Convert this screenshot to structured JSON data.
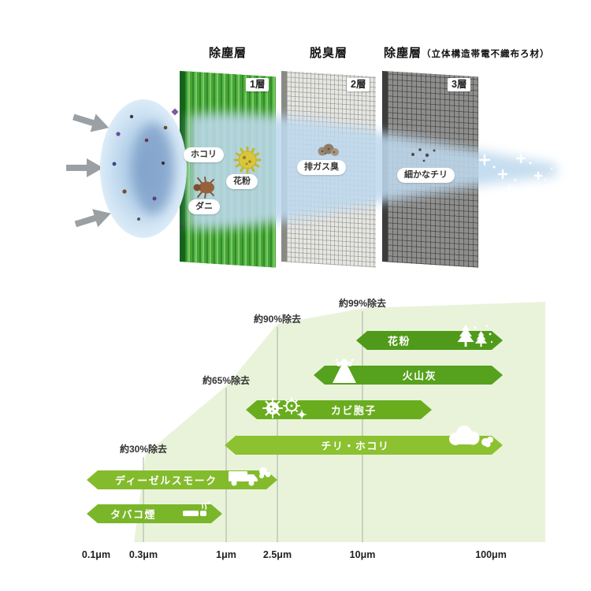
{
  "filter_diagram": {
    "layer1": {
      "title": "除塵層",
      "badge": "1層"
    },
    "layer2": {
      "title": "脱臭層",
      "badge": "2層"
    },
    "layer3": {
      "title": "除塵層",
      "subtitle": "（立体構造帯電不織布ろ材）",
      "badge": "3層"
    },
    "particles": {
      "dust": "ホコリ",
      "pollen": "花粉",
      "mite": "ダニ",
      "exhaust": "排ガス臭",
      "fine_dust": "細かなチリ"
    }
  },
  "chart": {
    "percent_labels": {
      "p30": "約30%除去",
      "p65": "約65%除去",
      "p90": "約90%除去",
      "p99": "約99%除去"
    },
    "bars": {
      "pollen": "花粉",
      "volcanic_ash": "火山灰",
      "mold_spores": "カビ胞子",
      "dust": "チリ・ホコリ",
      "diesel_smoke": "ディーゼルスモーク",
      "tobacco_smoke": "タバコ煙"
    },
    "x_ticks": {
      "t1": "0.1μm",
      "t2": "0.3μm",
      "t3": "1μm",
      "t4": "2.5μm",
      "t5": "10μm",
      "t6": "100μm"
    }
  },
  "chart_data": {
    "type": "area+range-bars",
    "x_axis": {
      "scale": "log",
      "unit": "μm",
      "ticks": [
        0.1,
        0.3,
        1,
        2.5,
        10,
        100
      ]
    },
    "efficiency_curve": [
      {
        "x_um": 0.3,
        "percent": 30,
        "label": "約30%除去"
      },
      {
        "x_um": 1,
        "percent": 65,
        "label": "約65%除去"
      },
      {
        "x_um": 2.5,
        "percent": 90,
        "label": "約90%除去"
      },
      {
        "x_um": 10,
        "percent": 99,
        "label": "約99%除去"
      }
    ],
    "particles": [
      {
        "name": "花粉",
        "range_um": [
          10,
          100
        ],
        "color": "#4f9a1a"
      },
      {
        "name": "火山灰",
        "range_um": [
          5,
          100
        ],
        "color": "#56a11d"
      },
      {
        "name": "カビ胞子",
        "range_um": [
          1.5,
          30
        ],
        "color": "#69ad1f"
      },
      {
        "name": "チリ・ホコリ",
        "range_um": [
          1,
          100
        ],
        "color": "#8cc12f"
      },
      {
        "name": "ディーゼルスモーク",
        "range_um": [
          0.1,
          2.5
        ],
        "color": "#83bb2d"
      },
      {
        "name": "タバコ煙",
        "range_um": [
          0.1,
          1
        ],
        "color": "#7ab62a"
      }
    ],
    "area_fill": "#e9f3da",
    "grid": false,
    "legend": "none"
  },
  "colors": {
    "panel_green": "#46a338",
    "panel_gray": "#e6e6e2",
    "panel_dark_gray": "#8e8e8c",
    "stream_blue": "#bed9ee",
    "bar_dark_green": "#4f9a1a",
    "bar_light_green": "#8cc12f",
    "area_fill": "#e9f3da"
  },
  "icons": {
    "airflow": "arrow-right-icon",
    "pollen_grain": "pollen-icon",
    "mite": "mite-icon",
    "exhaust_cloud": "exhaust-odor-icon",
    "fine_dust": "fine-dust-icon",
    "clean_air": "sparkle-icon",
    "tree": "tree-icon",
    "volcano": "volcano-icon",
    "mold_spore": "mold-spore-icon",
    "dust_cloud": "cloud-icon",
    "truck": "truck-icon",
    "cigarette": "cigarette-icon"
  }
}
